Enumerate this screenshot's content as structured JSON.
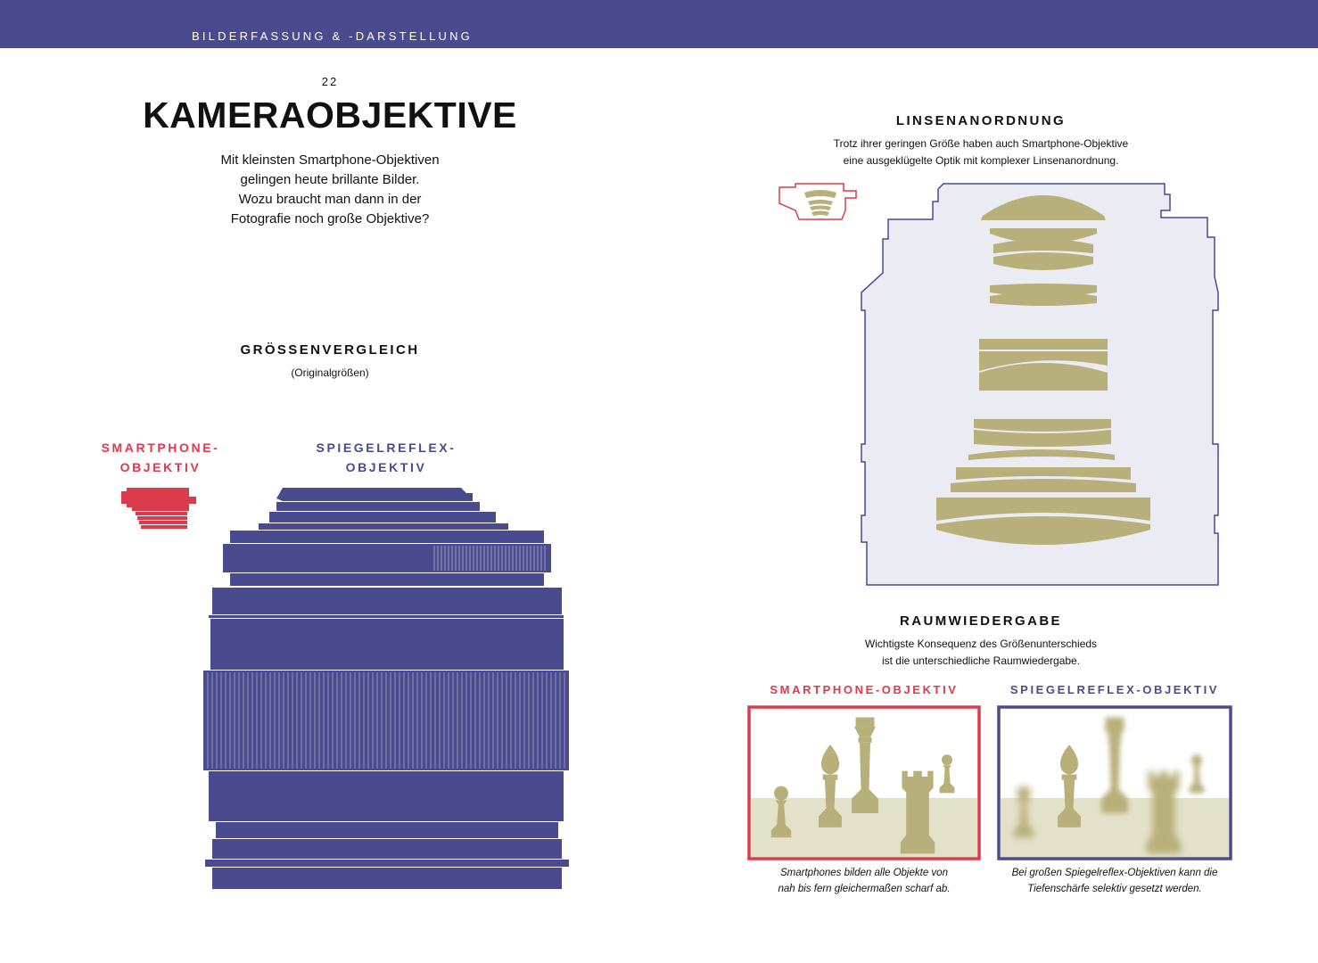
{
  "header": {
    "section": "BILDERFASSUNG & -DARSTELLUNG"
  },
  "page": {
    "number": "22",
    "title": "KAMERAOBJEKTIVE",
    "intro": [
      "Mit kleinsten Smartphone-Objektiven",
      "gelingen heute brillante Bilder.",
      "Wozu braucht man dann in der",
      "Fotografie noch große Objektive?"
    ]
  },
  "size_comparison": {
    "heading": "GRÖSSENVERGLEICH",
    "note": "(Originalgrößen)",
    "smartphone_label": [
      "SMARTPHONE-",
      "OBJEKTIV"
    ],
    "dslr_label": [
      "SPIEGELREFLEX-",
      "OBJEKTIV"
    ]
  },
  "lens_arrangement": {
    "heading": "LINSENANORDNUNG",
    "text": [
      "Trotz ihrer geringen Größe haben auch Smartphone-Objektive",
      "eine ausgeklügelte Optik mit komplexer Linsenanordnung."
    ]
  },
  "spatial_rendering": {
    "heading": "RAUMWIEDERGABE",
    "text": [
      "Wichtigste Konsequenz des Größenunterschieds",
      "ist die unterschiedliche Raumwiedergabe."
    ],
    "smartphone_label": "SMARTPHONE-OBJEKTIV",
    "dslr_label": "SPIEGELREFLEX-OBJEKTIV",
    "smartphone_caption": [
      "Smartphones bilden alle Objekte von",
      "nah bis fern gleichermaßen scharf ab."
    ],
    "dslr_caption": [
      "Bei großen Spiegelreflex-Objektiven kann die",
      "Tiefenschärfe selektiv gesetzt werden."
    ]
  },
  "colors": {
    "accent_blue": "#4a4a8e",
    "accent_red": "#dc3a4d",
    "lens_olive": "#b7b07a",
    "floor_beige": "#e4e1ca"
  }
}
